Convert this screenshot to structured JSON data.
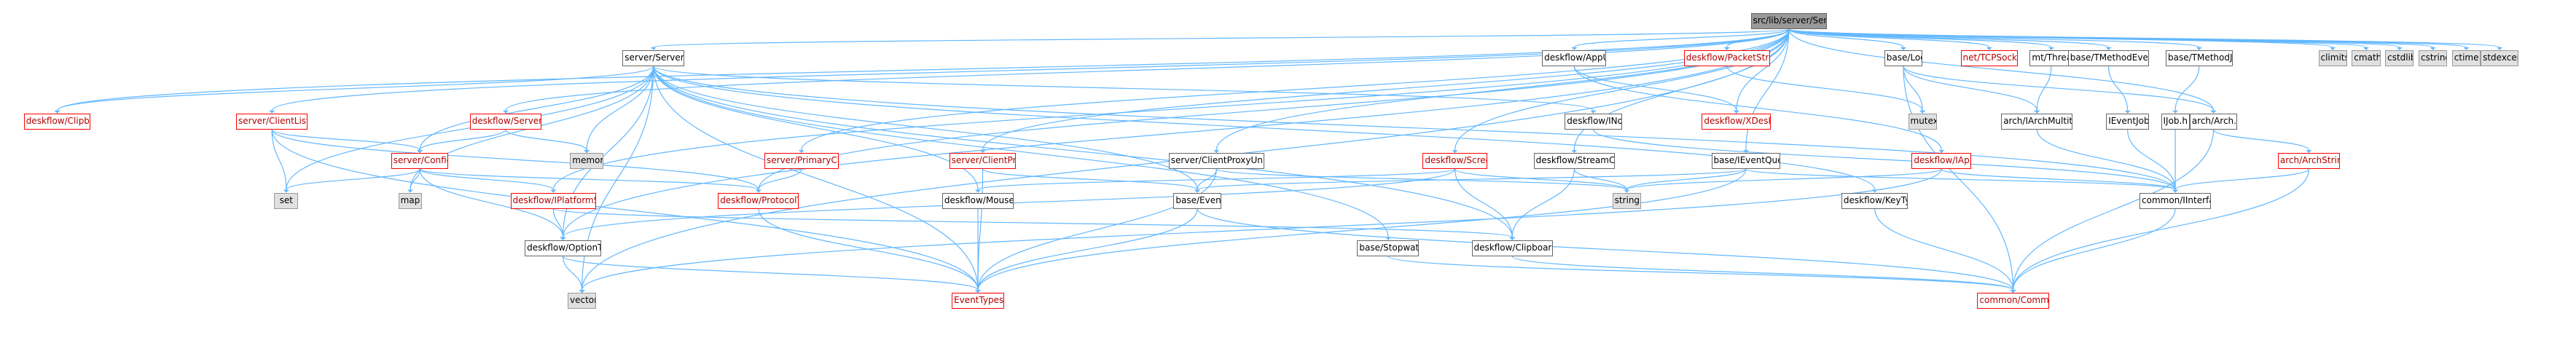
{
  "diagram": {
    "title": "",
    "colors": {
      "edge": "#63b8ff",
      "root_fill": "#999999",
      "external_fill": "#e0e0e0",
      "red_border": "#ff0000"
    },
    "nodes": [
      {
        "id": "root",
        "label": "src/lib/server/Server.cpp",
        "kind": "root"
      },
      {
        "id": "server_h",
        "label": "server/Server.h",
        "kind": "normal"
      },
      {
        "id": "appUtil",
        "label": "deskflow/AppUtil.h",
        "kind": "normal"
      },
      {
        "id": "packetFilter",
        "label": "deskflow/PacketStreamFilter.h",
        "kind": "red"
      },
      {
        "id": "log",
        "label": "base/Log.h",
        "kind": "normal"
      },
      {
        "id": "tcpSocket",
        "label": "net/TCPSocket.h",
        "kind": "red"
      },
      {
        "id": "mtThread",
        "label": "mt/Thread.h",
        "kind": "normal"
      },
      {
        "id": "tmethodEvent",
        "label": "base/TMethodEventJob.h",
        "kind": "normal"
      },
      {
        "id": "tmethodJob",
        "label": "base/TMethodJob.h",
        "kind": "normal"
      },
      {
        "id": "climits",
        "label": "climits",
        "kind": "gray"
      },
      {
        "id": "cmath",
        "label": "cmath",
        "kind": "gray"
      },
      {
        "id": "cstdlib",
        "label": "cstdlib",
        "kind": "gray"
      },
      {
        "id": "cstring",
        "label": "cstring",
        "kind": "gray"
      },
      {
        "id": "ctime",
        "label": "ctime",
        "kind": "gray"
      },
      {
        "id": "stdexcept",
        "label": "stdexcept",
        "kind": "gray"
      },
      {
        "id": "clipboard",
        "label": "deskflow/Clipboard.h",
        "kind": "red"
      },
      {
        "id": "clientListener",
        "label": "server/ClientListener.h",
        "kind": "red"
      },
      {
        "id": "serverArgs",
        "label": "deskflow/ServerArgs.h",
        "kind": "red"
      },
      {
        "id": "memory",
        "label": "memory",
        "kind": "gray"
      },
      {
        "id": "inode",
        "label": "deskflow/INode.h",
        "kind": "normal"
      },
      {
        "id": "xdeskflow",
        "label": "deskflow/XDeskflow.h",
        "kind": "red"
      },
      {
        "id": "mutex",
        "label": "mutex",
        "kind": "gray"
      },
      {
        "id": "archMT",
        "label": "arch/IArchMultithread.h",
        "kind": "normal"
      },
      {
        "id": "ieventjob",
        "label": "IEventJob.h",
        "kind": "normal"
      },
      {
        "id": "ijob",
        "label": "IJob.h",
        "kind": "normal"
      },
      {
        "id": "arch",
        "label": "arch/Arch.h",
        "kind": "normal"
      },
      {
        "id": "serverConfig",
        "label": "server/Config.h",
        "kind": "red"
      },
      {
        "id": "primaryClient",
        "label": "server/PrimaryClient.h",
        "kind": "red"
      },
      {
        "id": "clientProxy",
        "label": "server/ClientProxy.h",
        "kind": "red"
      },
      {
        "id": "clientProxyUnknown",
        "label": "server/ClientProxyUnknown.h",
        "kind": "normal"
      },
      {
        "id": "screen",
        "label": "deskflow/Screen.h",
        "kind": "red"
      },
      {
        "id": "streamChunker",
        "label": "deskflow/StreamChunker.h",
        "kind": "normal"
      },
      {
        "id": "ieventQueue",
        "label": "base/IEventQueue.h",
        "kind": "normal"
      },
      {
        "id": "iapputil",
        "label": "deskflow/IAppUtil.h",
        "kind": "red"
      },
      {
        "id": "archString",
        "label": "arch/ArchString.h",
        "kind": "red"
      },
      {
        "id": "set",
        "label": "set",
        "kind": "gray"
      },
      {
        "id": "map",
        "label": "map",
        "kind": "gray"
      },
      {
        "id": "iplatformScreen",
        "label": "deskflow/IPlatformScreen.h",
        "kind": "red"
      },
      {
        "id": "protocolTypes",
        "label": "deskflow/ProtocolTypes.h",
        "kind": "red"
      },
      {
        "id": "mouseTypes",
        "label": "deskflow/MouseTypes.h",
        "kind": "normal"
      },
      {
        "id": "event",
        "label": "base/Event.h",
        "kind": "normal"
      },
      {
        "id": "string",
        "label": "string",
        "kind": "gray"
      },
      {
        "id": "keyTypes",
        "label": "deskflow/KeyTypes.h",
        "kind": "normal"
      },
      {
        "id": "iinterface",
        "label": "common/IInterface.h",
        "kind": "normal"
      },
      {
        "id": "stopwatch",
        "label": "base/Stopwatch.h",
        "kind": "normal"
      },
      {
        "id": "clipboardTypes",
        "label": "deskflow/ClipboardTypes.h",
        "kind": "normal"
      },
      {
        "id": "optionTypes",
        "label": "deskflow/OptionTypes.h",
        "kind": "normal"
      },
      {
        "id": "vector",
        "label": "vector",
        "kind": "gray"
      },
      {
        "id": "eventTypes",
        "label": "EventTypes.h",
        "kind": "red"
      },
      {
        "id": "common",
        "label": "common/Common.h",
        "kind": "red"
      }
    ],
    "edges": [
      [
        "root",
        "server_h"
      ],
      [
        "root",
        "appUtil"
      ],
      [
        "root",
        "packetFilter"
      ],
      [
        "root",
        "log"
      ],
      [
        "root",
        "tcpSocket"
      ],
      [
        "root",
        "mtThread"
      ],
      [
        "root",
        "tmethodEvent"
      ],
      [
        "root",
        "tmethodJob"
      ],
      [
        "root",
        "climits"
      ],
      [
        "root",
        "cmath"
      ],
      [
        "root",
        "cstdlib"
      ],
      [
        "root",
        "cstring"
      ],
      [
        "root",
        "ctime"
      ],
      [
        "root",
        "stdexcept"
      ],
      [
        "root",
        "clipboard"
      ],
      [
        "root",
        "clientListener"
      ],
      [
        "root",
        "serverArgs"
      ],
      [
        "root",
        "primaryClient"
      ],
      [
        "root",
        "clientProxy"
      ],
      [
        "root",
        "clientProxyUnknown"
      ],
      [
        "root",
        "screen"
      ],
      [
        "root",
        "xdeskflow"
      ],
      [
        "root",
        "arch"
      ],
      [
        "root",
        "optionTypes"
      ],
      [
        "root",
        "protocolTypes"
      ],
      [
        "root",
        "iplatformScreen"
      ],
      [
        "root",
        "ieventQueue"
      ],
      [
        "root",
        "streamChunker"
      ],
      [
        "root",
        "vector"
      ],
      [
        "server_h",
        "clipboard"
      ],
      [
        "server_h",
        "serverConfig"
      ],
      [
        "server_h",
        "memory"
      ],
      [
        "server_h",
        "inode"
      ],
      [
        "server_h",
        "set"
      ],
      [
        "server_h",
        "map"
      ],
      [
        "server_h",
        "vector"
      ],
      [
        "server_h",
        "event"
      ],
      [
        "server_h",
        "mouseTypes"
      ],
      [
        "server_h",
        "stopwatch"
      ],
      [
        "server_h",
        "clipboardTypes"
      ],
      [
        "server_h",
        "optionTypes"
      ],
      [
        "server_h",
        "eventTypes"
      ],
      [
        "server_h",
        "iinterface"
      ],
      [
        "server_h",
        "keyTypes"
      ],
      [
        "appUtil",
        "xdeskflow"
      ],
      [
        "appUtil",
        "iapputil"
      ],
      [
        "packetFilter",
        "mutex"
      ],
      [
        "log",
        "mutex"
      ],
      [
        "log",
        "archMT"
      ],
      [
        "log",
        "arch"
      ],
      [
        "log",
        "common"
      ],
      [
        "mtThread",
        "archMT"
      ],
      [
        "tmethodEvent",
        "ieventjob"
      ],
      [
        "tmethodJob",
        "ijob"
      ],
      [
        "clientListener",
        "serverConfig"
      ],
      [
        "clientListener",
        "set"
      ],
      [
        "clientListener",
        "eventTypes"
      ],
      [
        "clientListener",
        "protocolTypes"
      ],
      [
        "serverArgs",
        "serverConfig"
      ],
      [
        "serverArgs",
        "memory"
      ],
      [
        "inode",
        "iinterface"
      ],
      [
        "archMT",
        "iinterface"
      ],
      [
        "ieventjob",
        "iinterface"
      ],
      [
        "ijob",
        "iinterface"
      ],
      [
        "arch",
        "archString"
      ],
      [
        "arch",
        "common"
      ],
      [
        "serverConfig",
        "set"
      ],
      [
        "serverConfig",
        "map"
      ],
      [
        "serverConfig",
        "iplatformScreen"
      ],
      [
        "serverConfig",
        "protocolTypes"
      ],
      [
        "serverConfig",
        "optionTypes"
      ],
      [
        "primaryClient",
        "protocolTypes"
      ],
      [
        "clientProxy",
        "event"
      ],
      [
        "clientProxy",
        "eventTypes"
      ],
      [
        "clientProxyUnknown",
        "event"
      ],
      [
        "clientProxyUnknown",
        "eventTypes"
      ],
      [
        "clientProxyUnknown",
        "string"
      ],
      [
        "screen",
        "optionTypes"
      ],
      [
        "screen",
        "mouseTypes"
      ],
      [
        "screen",
        "string"
      ],
      [
        "screen",
        "clipboardTypes"
      ],
      [
        "streamChunker",
        "string"
      ],
      [
        "streamChunker",
        "clipboardTypes"
      ],
      [
        "ieventQueue",
        "event"
      ],
      [
        "ieventQueue",
        "string"
      ],
      [
        "ieventQueue",
        "iinterface"
      ],
      [
        "ieventQueue",
        "eventTypes"
      ],
      [
        "iapputil",
        "iinterface"
      ],
      [
        "iapputil",
        "string"
      ],
      [
        "iapputil",
        "vector"
      ],
      [
        "archString",
        "iinterface"
      ],
      [
        "archString",
        "common"
      ],
      [
        "iplatformScreen",
        "optionTypes"
      ],
      [
        "iplatformScreen",
        "clipboardTypes"
      ],
      [
        "protocolTypes",
        "eventTypes"
      ],
      [
        "mouseTypes",
        "eventTypes"
      ],
      [
        "event",
        "eventTypes"
      ],
      [
        "event",
        "common"
      ],
      [
        "keyTypes",
        "common"
      ],
      [
        "iinterface",
        "common"
      ],
      [
        "stopwatch",
        "common"
      ],
      [
        "clipboardTypes",
        "common"
      ],
      [
        "optionTypes",
        "vector"
      ],
      [
        "optionTypes",
        "eventTypes"
      ]
    ]
  }
}
